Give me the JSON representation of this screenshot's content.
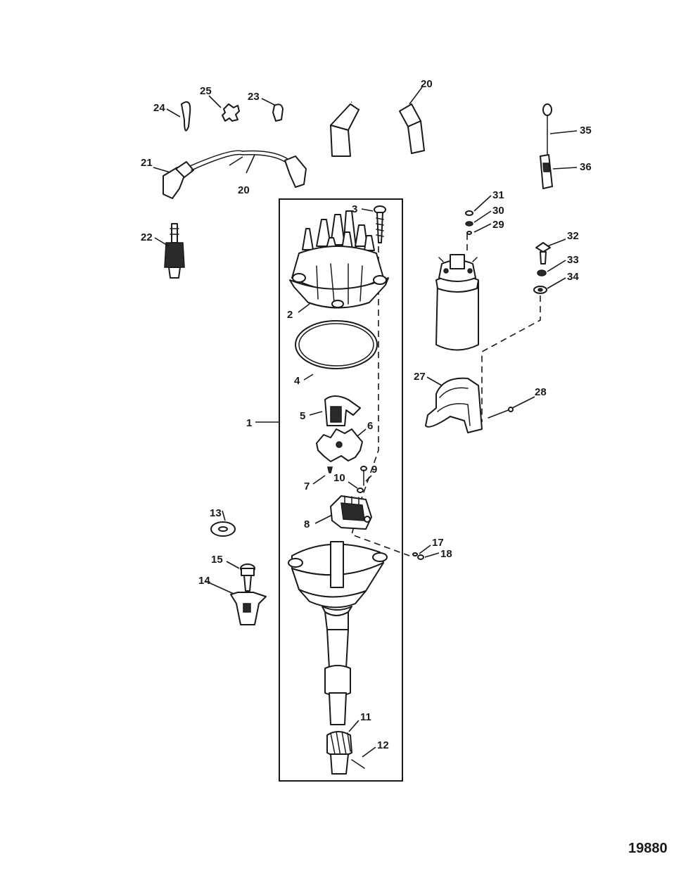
{
  "diagram": {
    "figure_number": "19880",
    "callouts": {
      "c1": "1",
      "c2": "2",
      "c3": "3",
      "c4": "4",
      "c5": "5",
      "c6": "6",
      "c7": "7",
      "c8": "8",
      "c9": "9",
      "c10": "10",
      "c11": "11",
      "c12": "12",
      "c13": "13",
      "c14": "14",
      "c15": "15",
      "c17": "17",
      "c18": "18",
      "c20a": "20",
      "c20b": "20",
      "c21": "21",
      "c22": "22",
      "c23": "23",
      "c24": "24",
      "c25": "25",
      "c27": "27",
      "c28": "28",
      "c29": "29",
      "c30": "30",
      "c31": "31",
      "c32": "32",
      "c33": "33",
      "c34": "34",
      "c35": "35",
      "c36": "36"
    }
  }
}
